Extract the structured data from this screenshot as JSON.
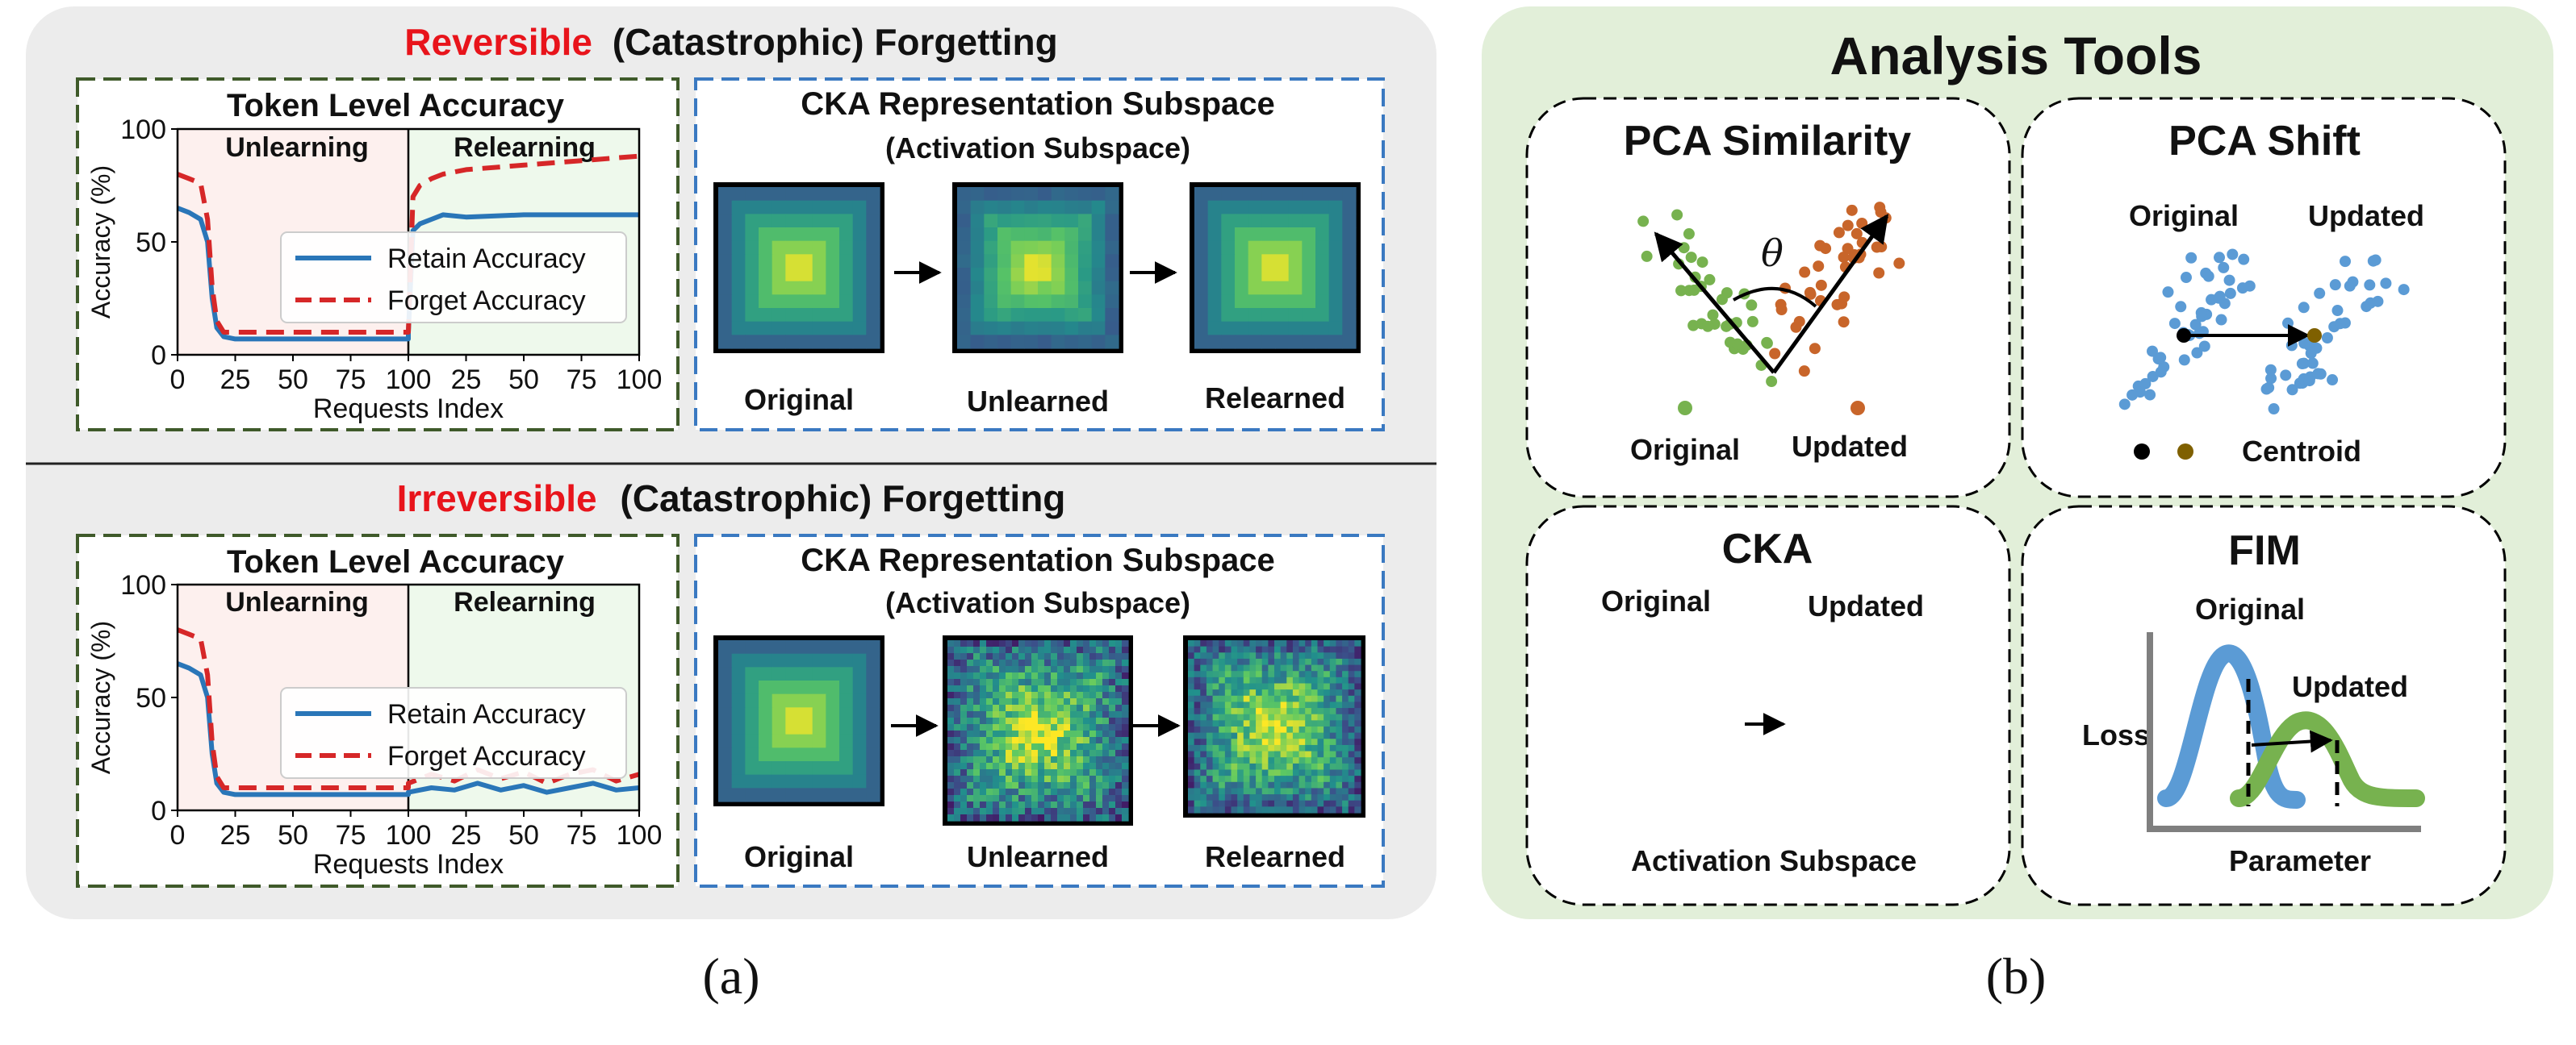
{
  "panel_a": {
    "caption": "(a)",
    "reversible": {
      "title_highlight": "Reversible",
      "title_rest": "(Catastrophic) Forgetting",
      "accuracy_title": "Token Level Accuracy",
      "phase_left": "Unlearning",
      "phase_right": "Relearning",
      "cka_title": "CKA Representation Subspace",
      "cka_subtitle": "(Activation Subspace)",
      "heatmap_labels": [
        "Original",
        "Unlearned",
        "Relearned"
      ]
    },
    "irreversible": {
      "title_highlight": "Irreversible",
      "title_rest": "(Catastrophic) Forgetting",
      "accuracy_title": "Token Level Accuracy",
      "phase_left": "Unlearning",
      "phase_right": "Relearning",
      "cka_title": "CKA Representation Subspace",
      "cka_subtitle": "(Activation Subspace)",
      "heatmap_labels": [
        "Original",
        "Unlearned",
        "Relearned"
      ]
    }
  },
  "chart_data": [
    {
      "type": "line",
      "xlabel": "Requests Index",
      "ylabel": "Accuracy (%)",
      "ylim": [
        0,
        100
      ],
      "y_ticks": [
        "0",
        "50",
        "100"
      ],
      "x_ticks": [
        "0",
        "25",
        "50",
        "75",
        "100",
        "0",
        "25",
        "50",
        "75",
        "100"
      ],
      "legend": [
        "Retain Accuracy",
        "Forget Accuracy"
      ],
      "legend_position": "center",
      "x_unlearning": [
        0,
        5,
        10,
        13,
        15,
        17,
        20,
        25,
        50,
        75,
        100
      ],
      "x_relearning": [
        0,
        2,
        5,
        10,
        15,
        25,
        50,
        75,
        100
      ],
      "series": [
        {
          "name": "Retain Accuracy",
          "color": "#2a76b8",
          "unlearning": [
            65,
            63,
            60,
            50,
            25,
            12,
            8,
            7,
            7,
            7,
            7
          ],
          "relearning": [
            10,
            55,
            58,
            60,
            62,
            61,
            62,
            62,
            62
          ]
        },
        {
          "name": "Forget Accuracy",
          "color": "#d62728",
          "unlearning": [
            80,
            78,
            76,
            60,
            30,
            15,
            10,
            10,
            10,
            10,
            10
          ],
          "relearning": [
            10,
            70,
            75,
            78,
            80,
            82,
            84,
            86,
            88
          ]
        }
      ]
    },
    {
      "type": "line",
      "xlabel": "Requests Index",
      "ylabel": "Accuracy (%)",
      "ylim": [
        0,
        100
      ],
      "y_ticks": [
        "0",
        "50",
        "100"
      ],
      "x_ticks": [
        "0",
        "25",
        "50",
        "75",
        "100",
        "0",
        "25",
        "50",
        "75",
        "100"
      ],
      "legend": [
        "Retain Accuracy",
        "Forget Accuracy"
      ],
      "legend_position": "center",
      "x_unlearning": [
        0,
        5,
        10,
        13,
        15,
        17,
        20,
        25,
        50,
        75,
        100
      ],
      "x_relearning": [
        0,
        10,
        20,
        30,
        40,
        50,
        60,
        70,
        80,
        90,
        100
      ],
      "series": [
        {
          "name": "Retain Accuracy",
          "color": "#2a76b8",
          "unlearning": [
            65,
            63,
            60,
            50,
            25,
            12,
            8,
            7,
            7,
            7,
            7
          ],
          "relearning": [
            8,
            10,
            9,
            12,
            9,
            11,
            8,
            10,
            12,
            9,
            10
          ]
        },
        {
          "name": "Forget Accuracy",
          "color": "#d62728",
          "unlearning": [
            80,
            78,
            76,
            60,
            30,
            15,
            10,
            10,
            10,
            10,
            10
          ],
          "relearning": [
            12,
            16,
            13,
            18,
            14,
            17,
            12,
            16,
            18,
            13,
            16
          ]
        }
      ]
    }
  ],
  "panel_b": {
    "caption": "(b)",
    "title": "Analysis Tools",
    "pca_similarity": {
      "title": "PCA Similarity",
      "angle_symbol": "θ",
      "legend_original": "Original",
      "legend_updated": "Updated"
    },
    "pca_shift": {
      "title": "PCA Shift",
      "label_original": "Original",
      "label_updated": "Updated",
      "legend_centroid": "Centroid"
    },
    "cka": {
      "title": "CKA",
      "label_original": "Original",
      "label_updated": "Updated",
      "footer": "Activation Subspace"
    },
    "fim": {
      "title": "FIM",
      "label_original": "Original",
      "label_updated": "Updated",
      "ylabel": "Loss",
      "xlabel": "Parameter"
    }
  },
  "colors": {
    "highlight_red": "#e8141b",
    "green_box": "#3f5a2a",
    "blue_box": "#3a79c1",
    "panel_a_bg": "#ececec",
    "panel_b_bg": "#e2efd9",
    "pca_green": "#77b24f",
    "pca_orange": "#c8652a",
    "pca_blue": "#5b9bd5",
    "centroid_olive": "#7f6000"
  }
}
